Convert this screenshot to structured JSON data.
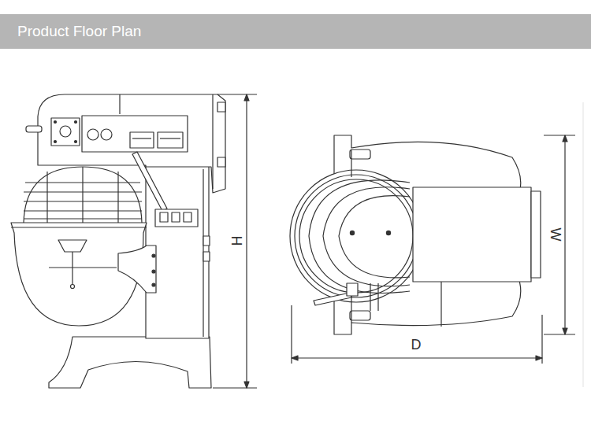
{
  "diagram": {
    "title": "Product Floor Plan",
    "labels": [
      "H",
      "W",
      "D"
    ]
  }
}
